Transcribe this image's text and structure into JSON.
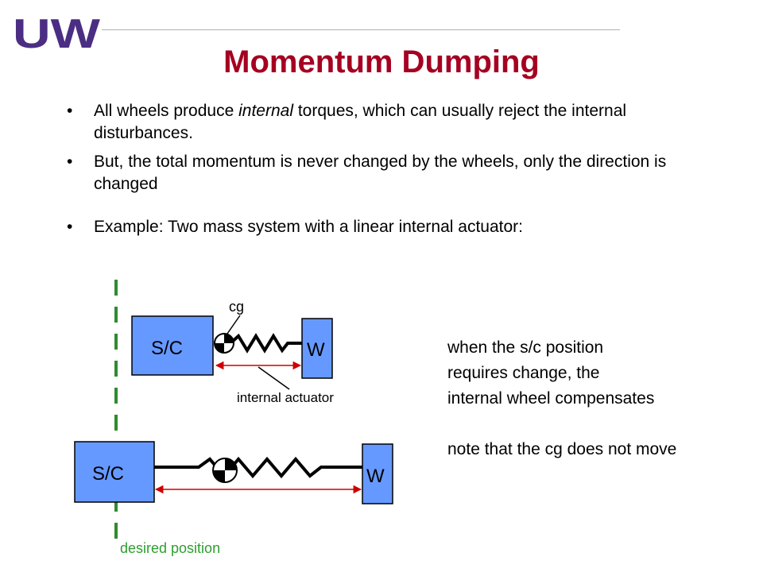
{
  "logo": {
    "text": "UW",
    "color": "#4b2e83"
  },
  "slide": {
    "title": "Momentum Dumping",
    "bullets": [
      {
        "pre": "All wheels produce ",
        "em": "internal",
        "post": " torques, which can usually reject the internal disturbances."
      },
      {
        "pre": "But, the total momentum is never changed by the wheels, only the direction is changed",
        "em": "",
        "post": ""
      },
      {
        "pre": "Example: Two mass system with a linear internal actuator:",
        "em": "",
        "post": ""
      }
    ]
  },
  "diagram": {
    "upper": {
      "sc_label": "S/C",
      "w_label": "W",
      "cg_label": "cg",
      "actuator_label": "internal actuator"
    },
    "lower": {
      "sc_label": "S/C",
      "w_label": "W"
    },
    "desired_position_label": "desired position",
    "notes": {
      "line1": "when the s/c position",
      "line2": "requires change, the",
      "line3": "internal wheel compensates",
      "line4": "note that the cg does not move"
    }
  },
  "colors": {
    "title": "#a50021",
    "box_fill": "#6699ff",
    "dashed_line": "#2e8b2e",
    "desired_text": "#2e9e2e",
    "actuator_line": "#cc0000",
    "rule": "#b0b0b0"
  }
}
